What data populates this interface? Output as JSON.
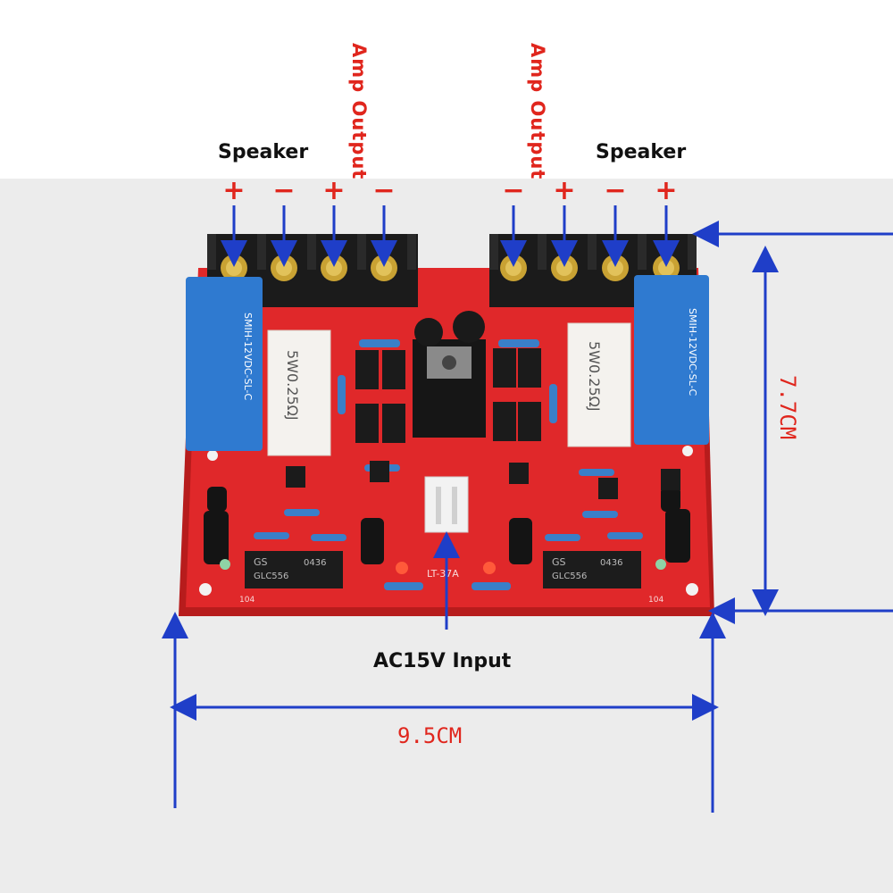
{
  "labels": {
    "speaker_left": "Speaker",
    "speaker_right": "Speaker",
    "amp_output_left": "Amp Output",
    "amp_output_right": "Amp Output",
    "ac_input": "AC15V Input",
    "width_dim": "9.5CM",
    "height_dim": "7.7CM"
  },
  "terminals_polarity": [
    "+",
    "−",
    "+",
    "−",
    "−",
    "+",
    "−",
    "+"
  ],
  "board_markings": {
    "relay_text": "SMIH-12VDC-SL-C",
    "resistor_text": "5W0.25ΩJ",
    "ic_brand": "GS",
    "ic_code": "0436",
    "ic_part": "GLC556",
    "board_id": "LT-37A",
    "cap_mark": "104"
  },
  "colors": {
    "pcb": "#e0282a",
    "arrow": "#1f3ec8",
    "label_red": "#e0261d",
    "relay": "#2f7ad0"
  }
}
